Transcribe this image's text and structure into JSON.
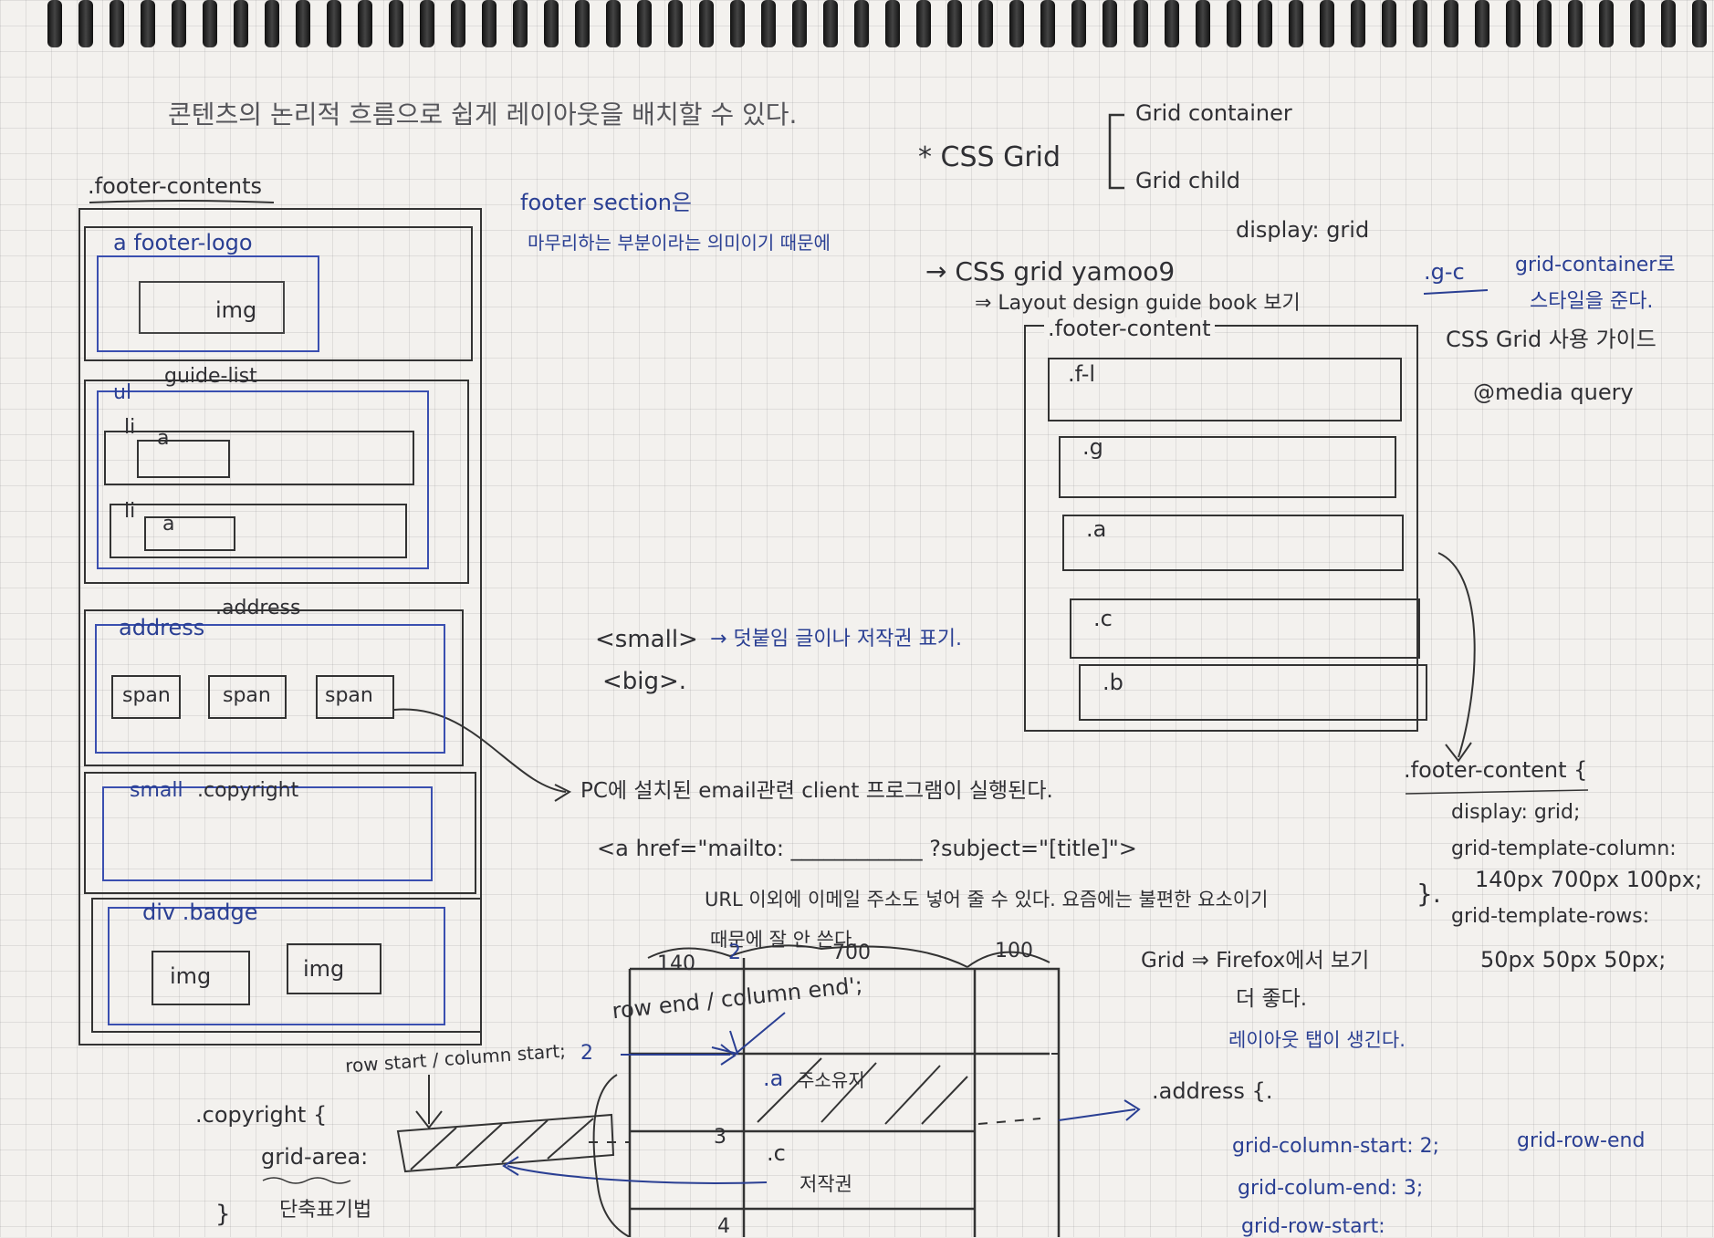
{
  "title_korean": "콘텐츠의 논리적 흐름으로 쉽게 레이아웃을 배치할 수 있다.",
  "left_diagram": {
    "root_label": ".footer-contents",
    "logo_label": "a footer-logo",
    "img": "img",
    "guide_list_label": "guide-list",
    "ul": "ul",
    "li": "li",
    "a": "a",
    "address_label": "address",
    "address_class": ".address",
    "span": "span",
    "small_label": "small",
    "copyright_class": ".copyright",
    "badge_label": "div .badge"
  },
  "notes": {
    "footer_section_title": "footer section은",
    "footer_section_body": "마무리하는 부분이라는 의미이기 때문에",
    "small_tag": "<small>",
    "small_desc": "→ 덧붙임 글이나 저작권 표기.",
    "big_tag": "<big>.",
    "mail_note": "PC에 설치된 email관련 client 프로그램이 실행된다.",
    "mailto_code": "<a href=\"mailto: ____________ ?subject=\"[title]\">",
    "url_note_1": "URL 이외에 이메일 주소도 넣어 줄 수 있다. 요즘에는 불편한 요소이기",
    "url_note_2": "때문에 잘 안 쓴다."
  },
  "css_grid": {
    "star_title": "* CSS Grid",
    "container": "Grid container",
    "child": "Grid child",
    "display": "display: grid",
    "yamoo": "→ CSS grid yamoo9",
    "guidebook": "⇒ Layout design guide book 보기",
    "gc_label": ".g-c",
    "gc_note_1": "grid-container로",
    "gc_note_2": "스타일을 준다.",
    "usage_guide": "CSS Grid 사용 가이드",
    "media_query": "@media query",
    "footer_content_label": ".footer-content",
    "rows": [
      ".f-l",
      ".g",
      ".a",
      ".c",
      ".b"
    ]
  },
  "footer_css": {
    "selector": ".footer-content {",
    "display": "display: grid;",
    "cols_prop": "grid-template-column:",
    "cols_val": "140px 700px 100px;",
    "rows_prop": "grid-template-rows:",
    "rows_val": "50px 50px 50px;",
    "close": "}."
  },
  "firefox": {
    "line1": "Grid ⇒ Firefox에서 보기",
    "line2": "더 좋다.",
    "line3": "레이아웃 탭이 생긴다."
  },
  "bottom_grid": {
    "col1": "140",
    "col2": "2",
    "col3": "700",
    "col4": "100",
    "rowend_label": "row end / column end';",
    "rowstart_label": "row start / column start;",
    "line2": "2",
    "line3": "3",
    "line4": "4",
    "cell_a": ".a",
    "cell_a_note": "주소유지",
    "cell_c": ".c",
    "cell_c_note": "저작권"
  },
  "copyright_css": {
    "selector": ".copyright {",
    "grid_area": "grid-area:",
    "close": "}",
    "shorthand": "단축표기법"
  },
  "address_css": {
    "selector": ".address {.",
    "col_start": "grid-column-start: 2;",
    "row_end": "grid-row-end",
    "col_end": "grid-colum-end: 3;",
    "row_start": "grid-row-start:"
  }
}
